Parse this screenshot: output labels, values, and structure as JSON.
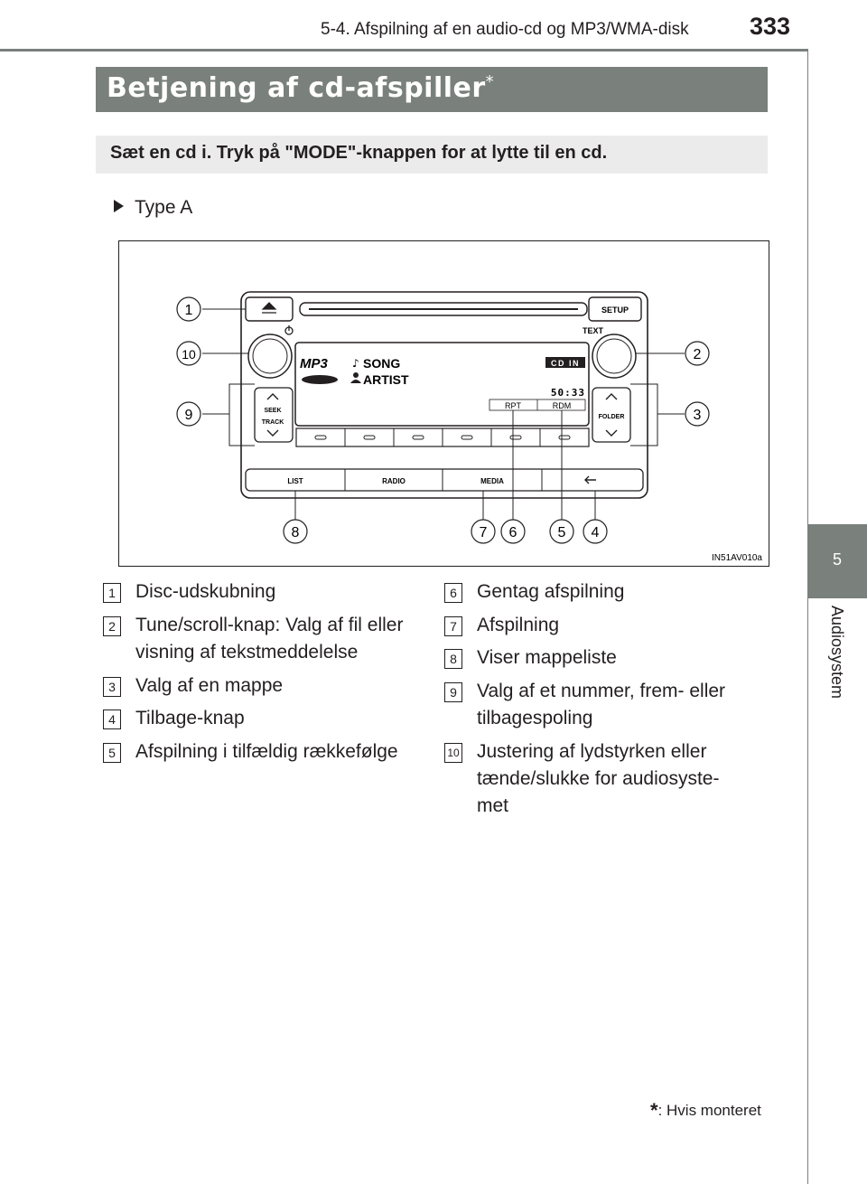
{
  "header": {
    "section": "5-4. Afspilning af en audio-cd og MP3/WMA-disk",
    "page_number": "333"
  },
  "side_tab": {
    "chapter_number": "5",
    "chapter_label": "Audiosystem"
  },
  "section_title": {
    "text": "Betjening af cd-afspiller",
    "marker": "*"
  },
  "instruction": "Sæt en cd i. Tryk på \"MODE\"-knappen for at lytte til en cd.",
  "type_label": "Type A",
  "figure": {
    "code": "IN51AV010a",
    "display": {
      "format": "MP3",
      "song": "SONG",
      "artist": "ARTIST",
      "source": "CD IN",
      "time": "50:33",
      "rpt": "RPT",
      "rdm": "RDM"
    },
    "buttons": {
      "setup": "SETUP",
      "text": "TEXT",
      "seek": "SEEK",
      "track": "TRACK",
      "folder": "FOLDER",
      "list": "LIST",
      "radio": "RADIO",
      "media": "MEDIA"
    },
    "callouts": [
      "1",
      "2",
      "3",
      "4",
      "5",
      "6",
      "7",
      "8",
      "9",
      "10"
    ]
  },
  "legend": [
    {
      "num": "1",
      "lines": [
        "Disc-udskubning"
      ]
    },
    {
      "num": "2",
      "lines": [
        "Tune/scroll-knap: Valg af fil eller",
        "visning af tekstmeddelelse"
      ]
    },
    {
      "num": "3",
      "lines": [
        "Valg af en mappe"
      ]
    },
    {
      "num": "4",
      "lines": [
        "Tilbage-knap"
      ]
    },
    {
      "num": "5",
      "lines": [
        "Afspilning i tilfældig rækkefølge"
      ]
    },
    {
      "num": "6",
      "lines": [
        "Gentag afspilning"
      ]
    },
    {
      "num": "7",
      "lines": [
        "Afspilning"
      ]
    },
    {
      "num": "8",
      "lines": [
        "Viser mappeliste"
      ]
    },
    {
      "num": "9",
      "lines": [
        "Valg af et nummer, frem- eller",
        "tilbagespoling"
      ]
    },
    {
      "num": "10",
      "lines": [
        "Justering af lydstyrken eller",
        "tænde/slukke for audiosyste-",
        "met"
      ]
    }
  ],
  "footnote": {
    "marker": "*",
    "text": ": Hvis monteret"
  }
}
